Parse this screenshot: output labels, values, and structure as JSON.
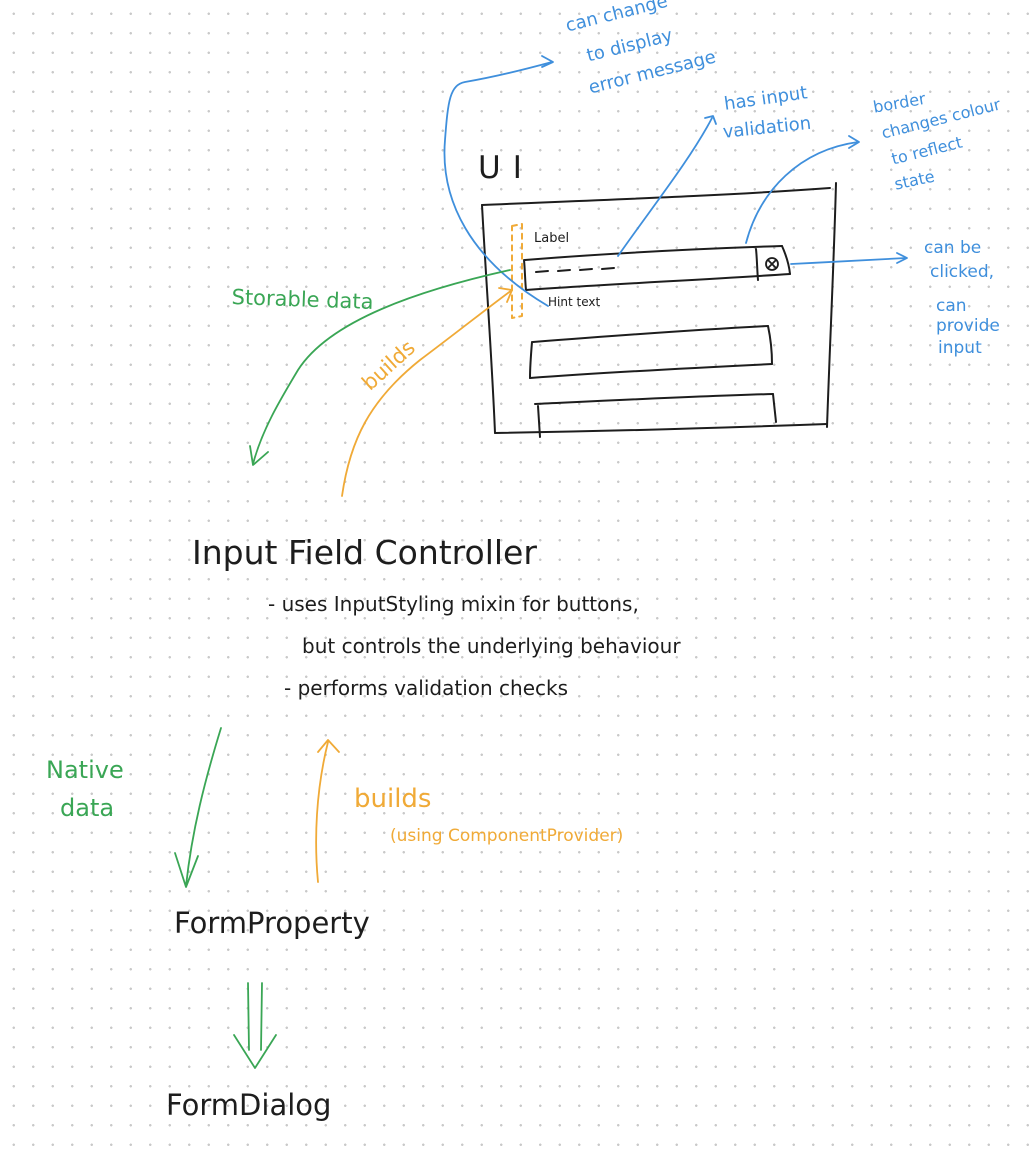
{
  "colors": {
    "ink": "#1d1d1d",
    "blue": "#3f8fdc",
    "green": "#3aa655",
    "orange": "#f0aa37",
    "dot_grid": "#c9c9c9"
  },
  "ui_sketch": {
    "title": "UI",
    "field_label": "Label",
    "hint_text": "Hint text",
    "clear_icon": "circle-x-icon"
  },
  "annotations": {
    "error_message": [
      "can change",
      "to display",
      "error message"
    ],
    "input_validation": [
      "has input",
      "validation"
    ],
    "border_state": [
      "border",
      "changes colour",
      "to reflect",
      "state"
    ],
    "clickable": [
      "can be",
      "clicked,",
      "can",
      "provide",
      "input"
    ]
  },
  "flow": {
    "storable_data": "Storable data",
    "builds_upper": "builds",
    "controller": {
      "name": "Input Field Controller",
      "bullet_1_line_1": "- uses  InputStyling  mixin for buttons,",
      "bullet_1_line_2": "but controls  the underlying behaviour",
      "bullet_2": "- performs validation checks"
    },
    "native_data": [
      "Native",
      "data"
    ],
    "builds_lower": "builds",
    "builds_lower_note": "(using ComponentProvider)",
    "form_property": "FormProperty",
    "form_dialog": "FormDialog"
  }
}
